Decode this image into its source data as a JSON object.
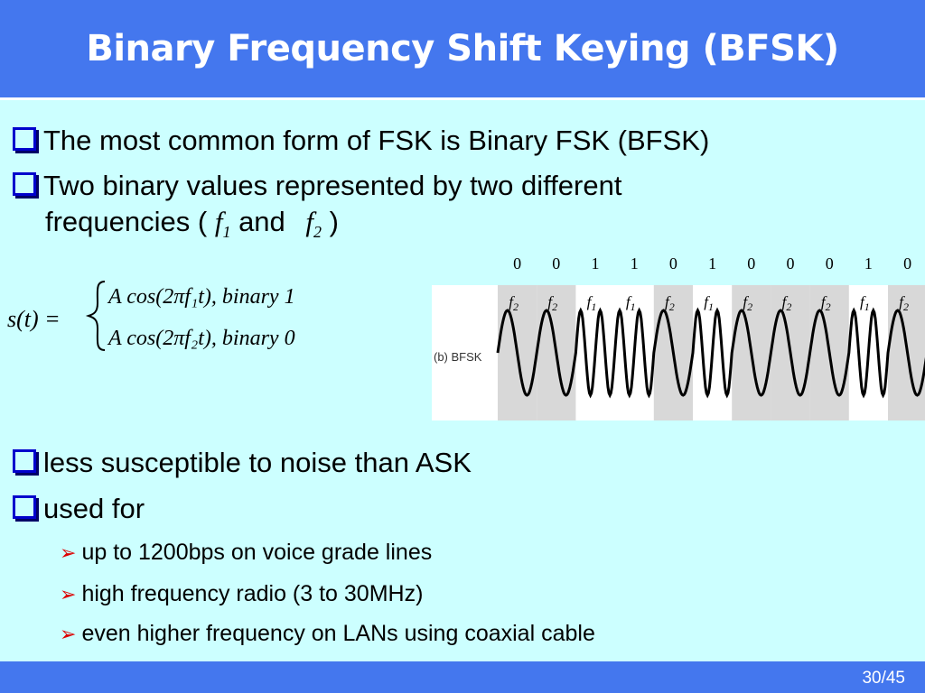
{
  "slide": {
    "title": "Binary Frequency Shift Keying (BFSK)",
    "page_number": "30/45",
    "bullets": [
      "The most common form of FSK is Binary FSK (BFSK)",
      "Two binary values represented by two different",
      "less susceptible to noise than ASK",
      "used for"
    ],
    "freq_line": {
      "prefix": "frequencies ( ",
      "f1": "f",
      "sub1": "1",
      "and": " and ",
      "f2": "f",
      "sub2": "2",
      "suffix": " )"
    },
    "sub_bullets": [
      "up to 1200bps on voice grade lines",
      "high frequency radio (3 to 30MHz)",
      "even higher frequency on LANs using coaxial cable"
    ],
    "equation": {
      "lhs": "s(t) =",
      "line1": "A cos(2πf₁t),  binary  1",
      "line2": "A cos(2πf₂t),  binary   0"
    },
    "diagram": {
      "label": "(b) BFSK",
      "bits": [
        "0",
        "0",
        "1",
        "1",
        "0",
        "1",
        "0",
        "0",
        "0",
        "1",
        "0"
      ],
      "freqs": [
        "f2",
        "f2",
        "f1",
        "f1",
        "f2",
        "f1",
        "f2",
        "f2",
        "f2",
        "f1",
        "f2"
      ],
      "shade_color": "#d8d8d8",
      "wave_color": "#000000"
    },
    "colors": {
      "header": "#4477ee",
      "background": "#ccffff",
      "bullet_box": "#0000cc",
      "arrow": "#dd0000"
    }
  }
}
